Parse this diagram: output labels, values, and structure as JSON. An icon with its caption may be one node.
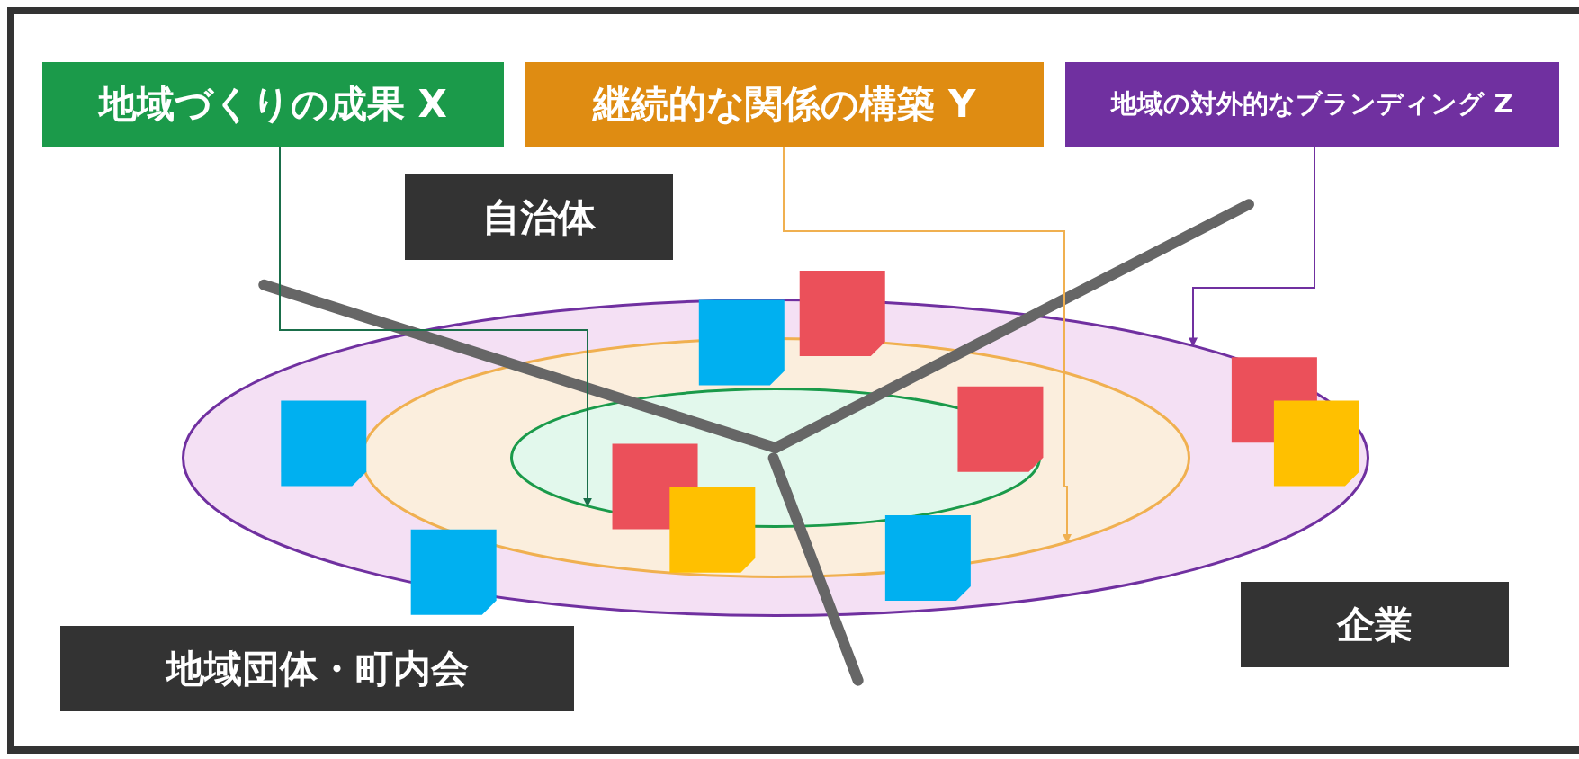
{
  "diagram": {
    "nodes": [
      {
        "text": [
          "地域づくりの成果 X"
        ]
      },
      {
        "text": [
          "継続的な関係の構築 Y"
        ]
      },
      {
        "text": [
          "地域の対外的なブランディング Z"
        ]
      },
      {
        "text": [
          "自治体"
        ]
      },
      {
        "text": [
          "地域団体・町内会"
        ]
      },
      {
        "text": [
          "企業"
        ]
      },
      {
        "text": [],
        "shape": "ellipse"
      },
      {
        "text": [],
        "shape": "ellipse",
        "in": 6
      },
      {
        "text": [],
        "shape": "ellipse",
        "in": 7
      }
    ],
    "edges": [
      {
        "from": 0,
        "to": 8,
        "arrow": "to",
        "color": "#1a6e4a"
      },
      {
        "from": 1,
        "to": 7,
        "arrow": "to",
        "color": "#f0b050"
      },
      {
        "from": 2,
        "to": 6,
        "arrow": "to",
        "color": "#7030a0"
      }
    ]
  }
}
